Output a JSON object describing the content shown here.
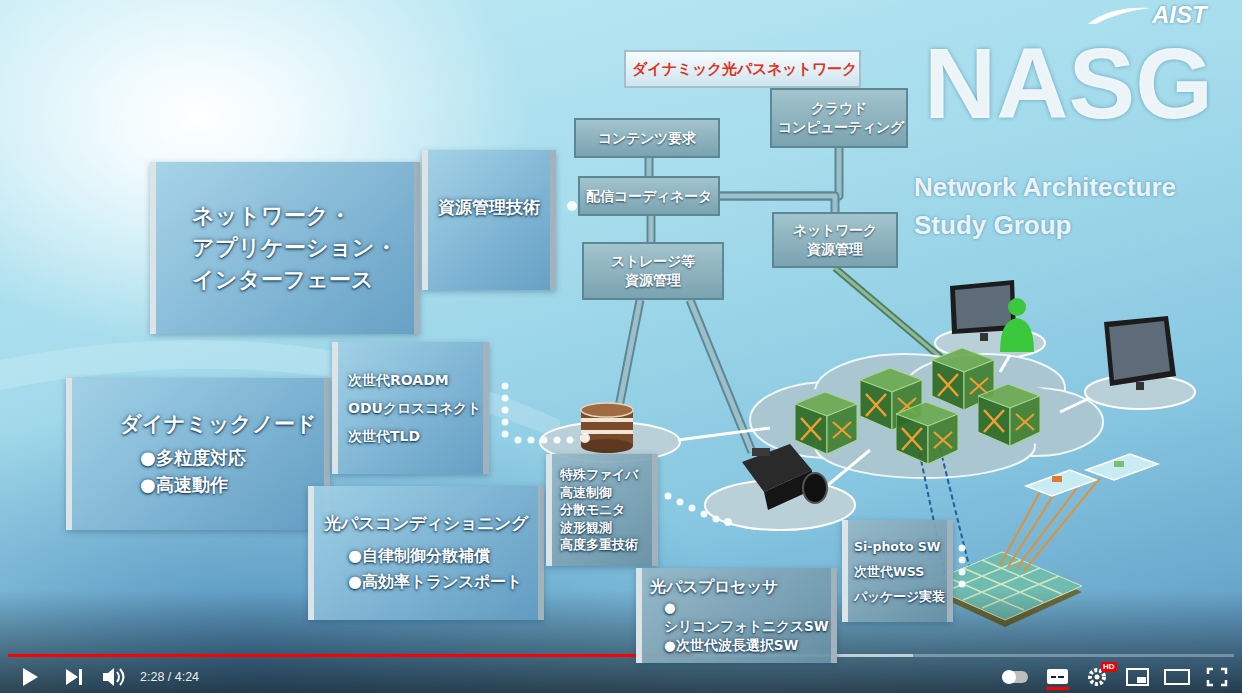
{
  "diagram": {
    "nodes": [
      {
        "text": [
          "ダイナミック光パスネットワーク"
        ]
      },
      {
        "text": [
          "コンテンツ要求"
        ]
      },
      {
        "text": [
          "クラウド コンピューティング"
        ]
      },
      {
        "text": [
          "配信コーディネータ"
        ]
      },
      {
        "text": [
          "ネットワーク 資源管理"
        ]
      },
      {
        "text": [
          "ストレージ等 資源管理"
        ]
      },
      {
        "text": [
          "ネットワーク・ アプリケーション・ インターフェース"
        ]
      },
      {
        "text": [
          "資源管理技術"
        ]
      },
      {
        "text": [
          "ダイナミックノード",
          "●多粒度対応",
          "●高速動作"
        ]
      },
      {
        "text": [
          "次世代ROADM",
          "ODUクロスコネクト",
          "次世代TLD"
        ]
      },
      {
        "text": [
          "光パスコンディショニング",
          "●自律制御分散補償",
          "●高効率トランスポート"
        ]
      },
      {
        "text": [
          "特殊ファイバ",
          "高速制御",
          "分散モニタ",
          "波形観測",
          "高度多重技術"
        ]
      },
      {
        "text": [
          "光パスプロセッサ",
          "●シリコンフォトニクスSW",
          "●次世代波長選択SW"
        ]
      },
      {
        "text": [
          "Si-photo SW",
          "次世代WSS",
          "パッケージ実装"
        ]
      }
    ],
    "edges": [
      {
        "from": 1,
        "to": 3,
        "arrow": "none"
      },
      {
        "from": 3,
        "to": 2,
        "arrow": "none"
      },
      {
        "from": 3,
        "to": 4,
        "arrow": "none"
      },
      {
        "from": 3,
        "to": 5,
        "arrow": "none"
      }
    ],
    "labels": [
      "AIST",
      "NASG",
      "Network Architecture",
      "Study Group",
      "2:28 / 4:24",
      "HD"
    ]
  }
}
